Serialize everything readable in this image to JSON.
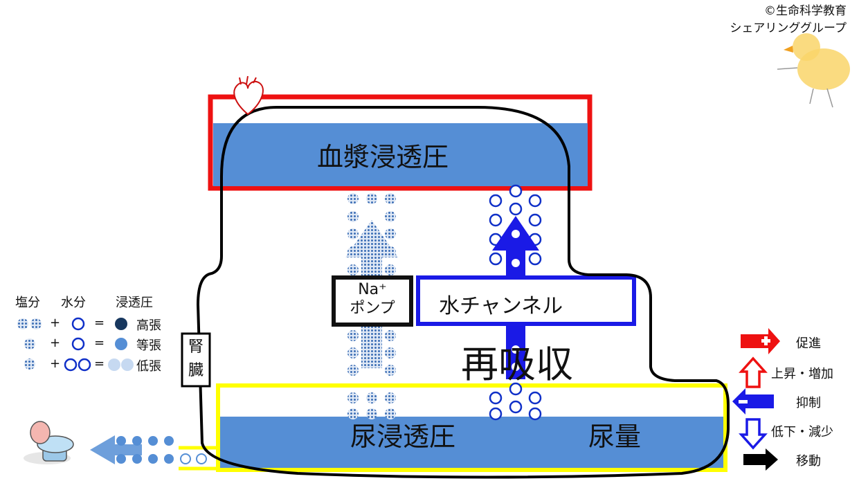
{
  "credit": {
    "line1": "©生命科学教育",
    "line2": "シェアリンググループ"
  },
  "boxes": {
    "plasma": "血漿浸透圧",
    "urine_osm": "尿浸透圧",
    "urine_volume": "尿量",
    "na_pump_line1": "Na⁺",
    "na_pump_line2": "ポンプ",
    "water_channel": "水チャンネル",
    "reabsorption": "再吸収",
    "kidney_line1": "腎",
    "kidney_line2": "臓"
  },
  "key": {
    "headers": [
      "塩分",
      "水分",
      "浸透圧"
    ],
    "rows": [
      {
        "plus": "+",
        "equals": "=",
        "label": "高張"
      },
      {
        "plus": "+",
        "equals": "=",
        "label": "等張"
      },
      {
        "plus": "+",
        "equals": "=",
        "label": "低張"
      }
    ]
  },
  "legend": [
    {
      "label": "促進",
      "icon": "red-plus-arrow"
    },
    {
      "label": "上昇・増加",
      "icon": "red-up-outline-arrow"
    },
    {
      "label": "抑制",
      "icon": "blue-minus-arrow"
    },
    {
      "label": "低下・減少",
      "icon": "blue-down-outline-arrow"
    },
    {
      "label": "移動",
      "icon": "black-right-arrow"
    }
  ],
  "colors": {
    "red": "#ee1111",
    "blue": "#1a1ae6",
    "fill": "#558ed5",
    "yellow": "#ffff00",
    "navy": "#17375e"
  }
}
